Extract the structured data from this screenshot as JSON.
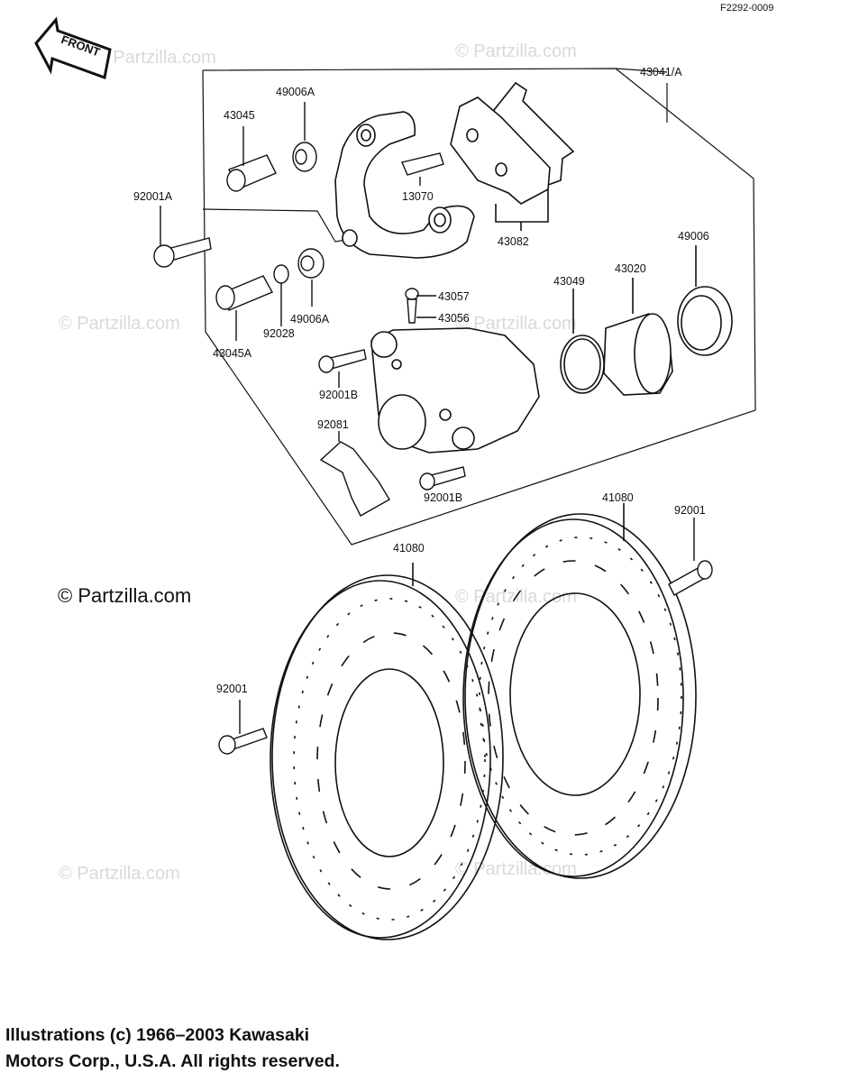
{
  "diagram_code": "F2292-0009",
  "front_label": "FRONT",
  "watermark": "© Partzilla.com",
  "copyright": "© Partzilla.com",
  "footer": {
    "line1": "Illustrations (c) 1966–2003 Kawasaki",
    "line2": "Motors Corp., U.S.A.  All rights reserved."
  },
  "parts": {
    "p43041A": "43041/A",
    "p49006A_top": "49006A",
    "p43045": "43045",
    "p13070": "13070",
    "p92001A": "92001A",
    "p43082": "43082",
    "p49006": "49006",
    "p43049": "43049",
    "p43020": "43020",
    "p43057": "43057",
    "p43056": "43056",
    "p92028": "92028",
    "p49006A_mid": "49006A",
    "p43045A": "43045A",
    "p92001B_upper": "92001B",
    "p92081": "92081",
    "p92001B_lower": "92001B",
    "p41080_left": "41080",
    "p41080_right": "41080",
    "p92001_right": "92001",
    "p92001_left": "92001"
  }
}
